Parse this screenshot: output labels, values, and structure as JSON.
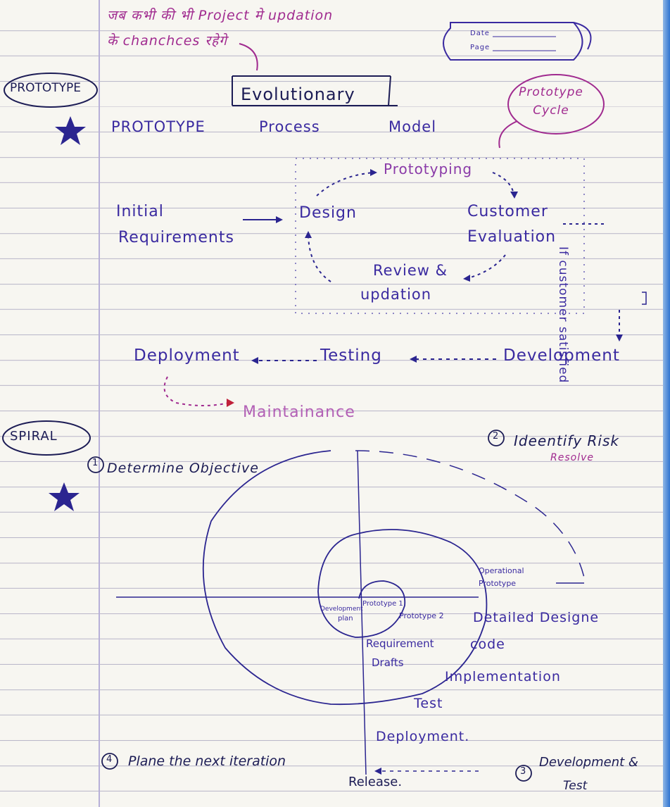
{
  "header": {
    "note_line1": "जब कभी की भी Project मे updation",
    "note_line2": "के chanchces रहेगे",
    "date_label": "Date",
    "page_label": "Page"
  },
  "prototype_section": {
    "tag": "PROTOTYPE",
    "boxed_title": "Evolutionary",
    "cycle_note": "Prototype Cycle",
    "heading_words": [
      "PROTOTYPE",
      "Process",
      "Model"
    ],
    "flow": {
      "initial": "Initial",
      "requirements": "Requirements",
      "design": "Design",
      "prototyping": "Prototyping",
      "customer": "Customer",
      "evaluation": "Evaluation",
      "review": "Review &",
      "updation": "updation",
      "if_satisfied": "If customer satisfied",
      "deployment": "Deployment",
      "testing": "Testing",
      "development": "Development",
      "maintenance": "Maintainance"
    }
  },
  "spiral_section": {
    "tag": "SPIRAL",
    "step1_num": "1",
    "step1": "Determine Objective",
    "step2_num": "2",
    "step2": "Ideentify Risk",
    "step2_note": "Resolve",
    "step3_num": "3",
    "step3_line1": "Development &",
    "step3_line2": "Test",
    "step4_num": "4",
    "step4": "Plane the next iteration",
    "inner_labels": {
      "dev_plan_1": "Development",
      "dev_plan_2": "plan",
      "prototype1": "Prototype 1",
      "prototype2": "Prototype 2",
      "operational_1": "Operational",
      "operational_2": "Prototype",
      "req_drafts_1": "Requirement",
      "req_drafts_2": "Drafts"
    },
    "list": [
      "Detailed Designe",
      "code",
      "Implementation",
      "Test",
      "Deployment."
    ],
    "release": "Release."
  },
  "colors": {
    "ink": "#3a2aa0",
    "pink": "#a02a8f",
    "rule": "#b9b6c9",
    "margin": "#b7b0d8"
  }
}
